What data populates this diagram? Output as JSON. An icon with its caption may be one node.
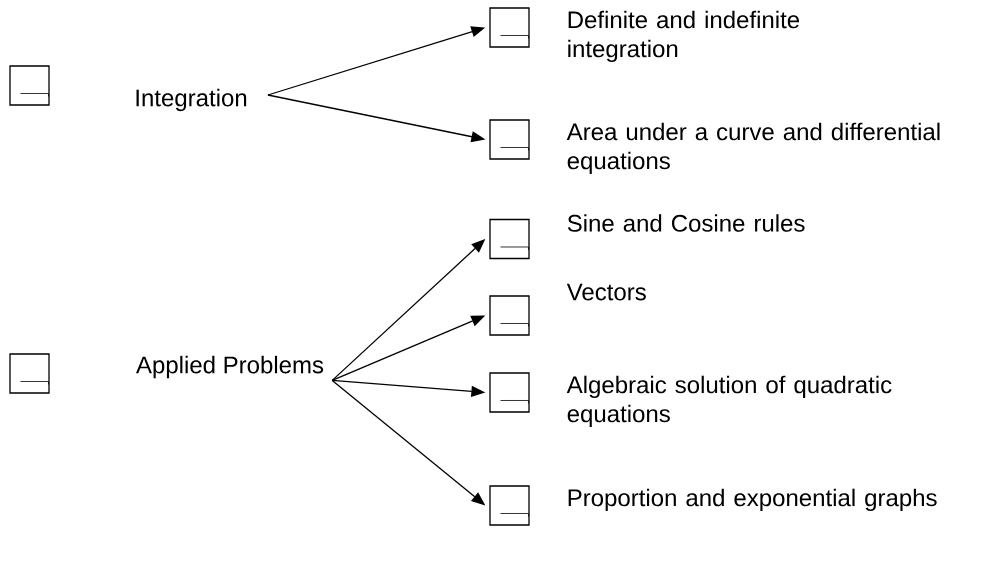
{
  "diagram": {
    "nodes": [
      {
        "text": [],
        "shape": "box"
      },
      {
        "text": [
          "Integration"
        ]
      },
      {
        "text": [],
        "shape": "box",
        "beside": [
          "Definite and indefinite integration"
        ]
      },
      {
        "text": [],
        "shape": "box",
        "beside": [
          "Area under a curve and differential equations"
        ]
      },
      {
        "text": [],
        "shape": "box"
      },
      {
        "text": [
          "Applied Problems"
        ]
      },
      {
        "text": [],
        "shape": "box",
        "beside": [
          "Sine and Cosine rules"
        ]
      },
      {
        "text": [],
        "shape": "box",
        "beside": [
          "Vectors"
        ]
      },
      {
        "text": [],
        "shape": "box",
        "beside": [
          "Algebraic solution of quadratic equations"
        ]
      },
      {
        "text": [],
        "shape": "box",
        "beside": [
          "Proportion and exponential graphs"
        ]
      }
    ],
    "edges": [
      {
        "from": 1,
        "to": 2,
        "arrow": "to"
      },
      {
        "from": 1,
        "to": 3,
        "arrow": "to"
      },
      {
        "from": 5,
        "to": 6,
        "arrow": "to"
      },
      {
        "from": 5,
        "to": 7,
        "arrow": "to"
      },
      {
        "from": 5,
        "to": 8,
        "arrow": "to"
      },
      {
        "from": 5,
        "to": 9,
        "arrow": "to"
      }
    ]
  }
}
